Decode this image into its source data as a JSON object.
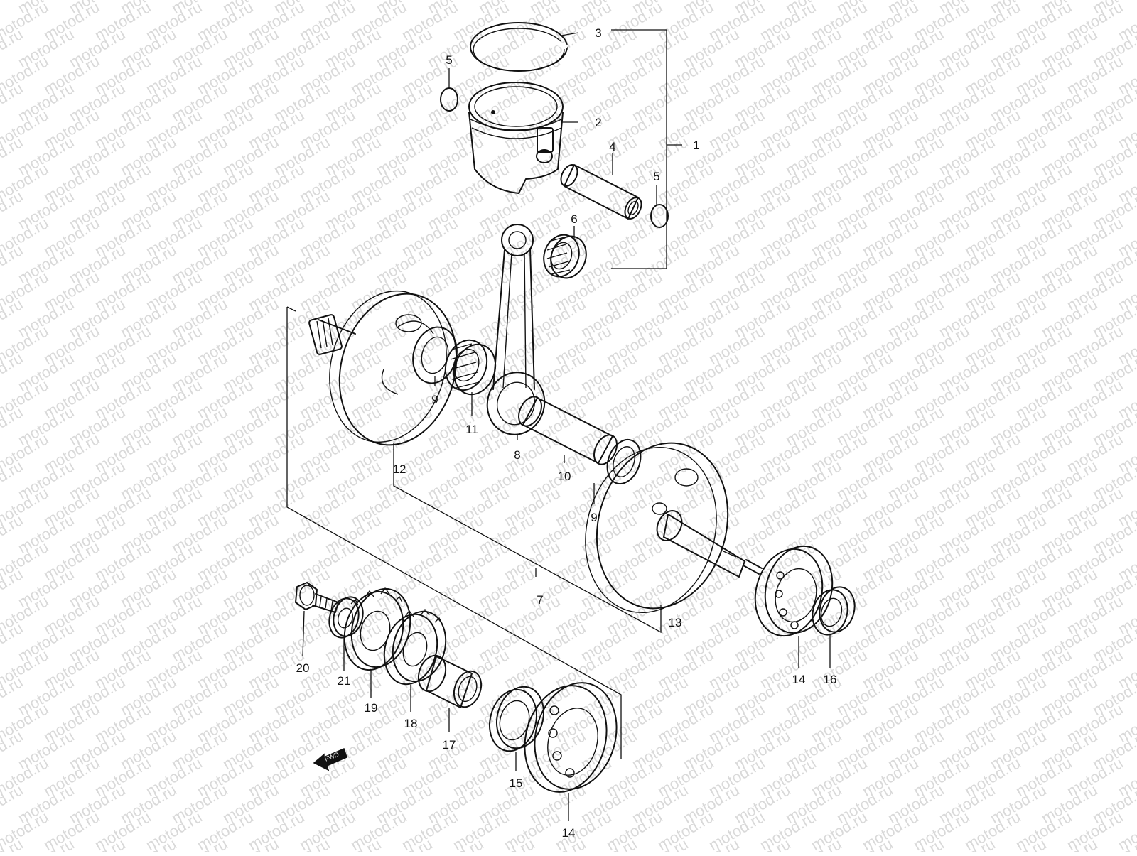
{
  "diagram": {
    "watermark": "motod.ru",
    "fwd_label": "FWD",
    "callouts": [
      {
        "id": "p1",
        "text": "1"
      },
      {
        "id": "p2",
        "text": "2"
      },
      {
        "id": "p3",
        "text": "3"
      },
      {
        "id": "p4",
        "text": "4"
      },
      {
        "id": "p5a",
        "text": "5"
      },
      {
        "id": "p5b",
        "text": "5"
      },
      {
        "id": "p6",
        "text": "6"
      },
      {
        "id": "p7",
        "text": "7"
      },
      {
        "id": "p8",
        "text": "8"
      },
      {
        "id": "p9a",
        "text": "9"
      },
      {
        "id": "p9b",
        "text": "9"
      },
      {
        "id": "p10",
        "text": "10"
      },
      {
        "id": "p11",
        "text": "11"
      },
      {
        "id": "p12",
        "text": "12"
      },
      {
        "id": "p13",
        "text": "13"
      },
      {
        "id": "p14a",
        "text": "14"
      },
      {
        "id": "p14b",
        "text": "14"
      },
      {
        "id": "p15",
        "text": "15"
      },
      {
        "id": "p16",
        "text": "16"
      },
      {
        "id": "p17",
        "text": "17"
      },
      {
        "id": "p18",
        "text": "18"
      },
      {
        "id": "p19",
        "text": "19"
      },
      {
        "id": "p20",
        "text": "20"
      },
      {
        "id": "p21",
        "text": "21"
      }
    ]
  }
}
